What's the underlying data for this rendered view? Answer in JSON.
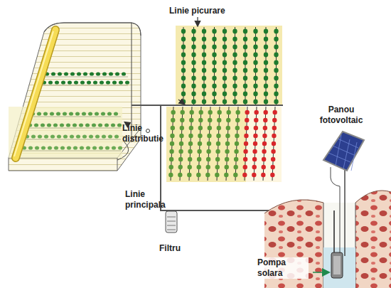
{
  "diagram": {
    "labels": [
      "Linie picurare",
      "Linie distributie",
      "Linie principala",
      "Filtru",
      "Panou fotovoltaic",
      "Pompa solara"
    ]
  }
}
